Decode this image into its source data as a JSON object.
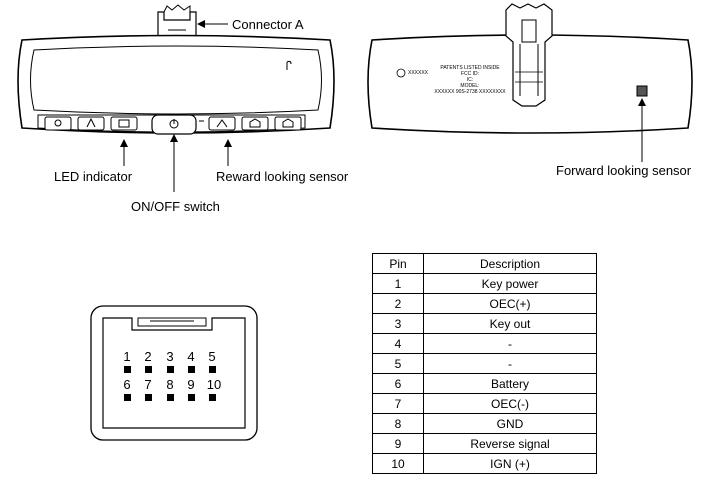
{
  "labels": {
    "connector_a": "Connector A",
    "led_indicator": "LED indicator",
    "onoff_switch": "ON/OFF switch",
    "reward_sensor": "Reward looking sensor",
    "forward_sensor": "Forward looking sensor"
  },
  "rear_text": {
    "line1": "PATENTS LISTED INSIDE",
    "line2": "FCC ID:",
    "line3": "IC:",
    "line4": "MODEL:",
    "line5": "XXXXXX   90S-2738   XXXXXXXX",
    "badge": "XXXXXX"
  },
  "connector_pins": {
    "top_row": [
      "1",
      "2",
      "3",
      "4",
      "5"
    ],
    "bottom_row": [
      "6",
      "7",
      "8",
      "9",
      "10"
    ]
  },
  "pin_table": {
    "headers": [
      "Pin",
      "Description"
    ],
    "rows": [
      {
        "pin": "1",
        "desc": "Key power"
      },
      {
        "pin": "2",
        "desc": "OEC(+)"
      },
      {
        "pin": "3",
        "desc": "Key out"
      },
      {
        "pin": "4",
        "desc": "-"
      },
      {
        "pin": "5",
        "desc": "-"
      },
      {
        "pin": "6",
        "desc": "Battery"
      },
      {
        "pin": "7",
        "desc": "OEC(-)"
      },
      {
        "pin": "8",
        "desc": "GND"
      },
      {
        "pin": "9",
        "desc": "Reverse signal"
      },
      {
        "pin": "10",
        "desc": "IGN (+)"
      }
    ]
  }
}
